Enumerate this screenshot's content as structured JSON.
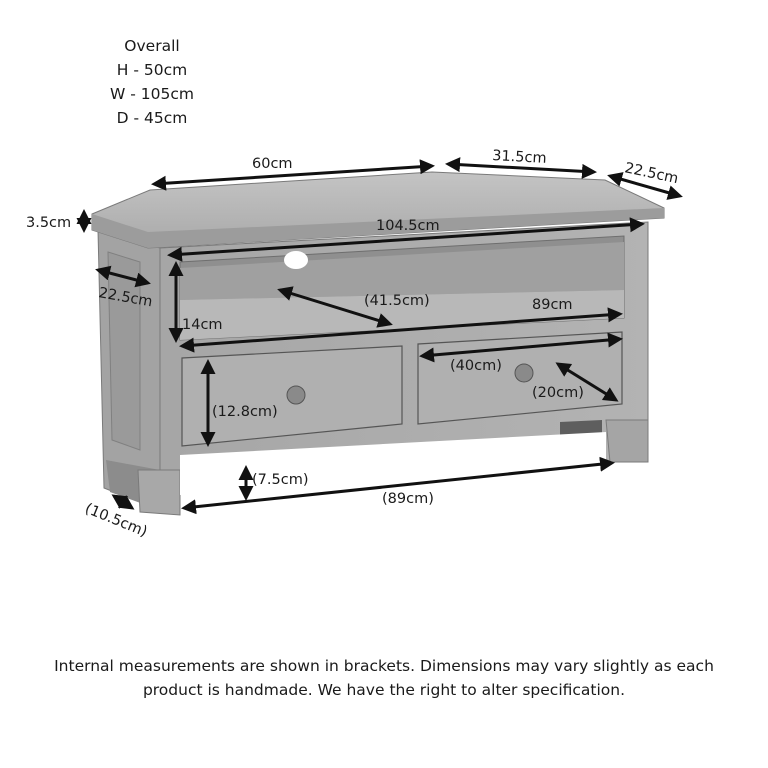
{
  "overall": {
    "title": "Overall",
    "height": "H - 50cm",
    "width": "W - 105cm",
    "depth": "D - 45cm"
  },
  "dimensions": {
    "top_left_edge": "60cm",
    "top_back_right_edge": "31.5cm",
    "top_right_depth": "22.5cm",
    "top_thickness": "3.5cm",
    "front_width": "104.5cm",
    "side_depth": "22.5cm",
    "shelf_height": "14cm",
    "shelf_diagonal_internal": "(41.5cm)",
    "shelf_width": "89cm",
    "drawer_width_internal": "(40cm)",
    "drawer_depth_internal": "(20cm)",
    "drawer_height_internal": "(12.8cm)",
    "leg_clearance_internal": "(7.5cm)",
    "base_width_internal": "(89cm)",
    "leg_depth_internal": "(10.5cm)"
  },
  "colors": {
    "wood_light": "#b5b5b5",
    "wood_mid": "#9d9d9d",
    "wood_dark": "#6e6e6e",
    "arrow": "#111111"
  },
  "footnote": {
    "line1": "Internal measurements are shown in brackets. Dimensions may vary slightly as each",
    "line2": "product is handmade. We have the right to alter specification."
  }
}
